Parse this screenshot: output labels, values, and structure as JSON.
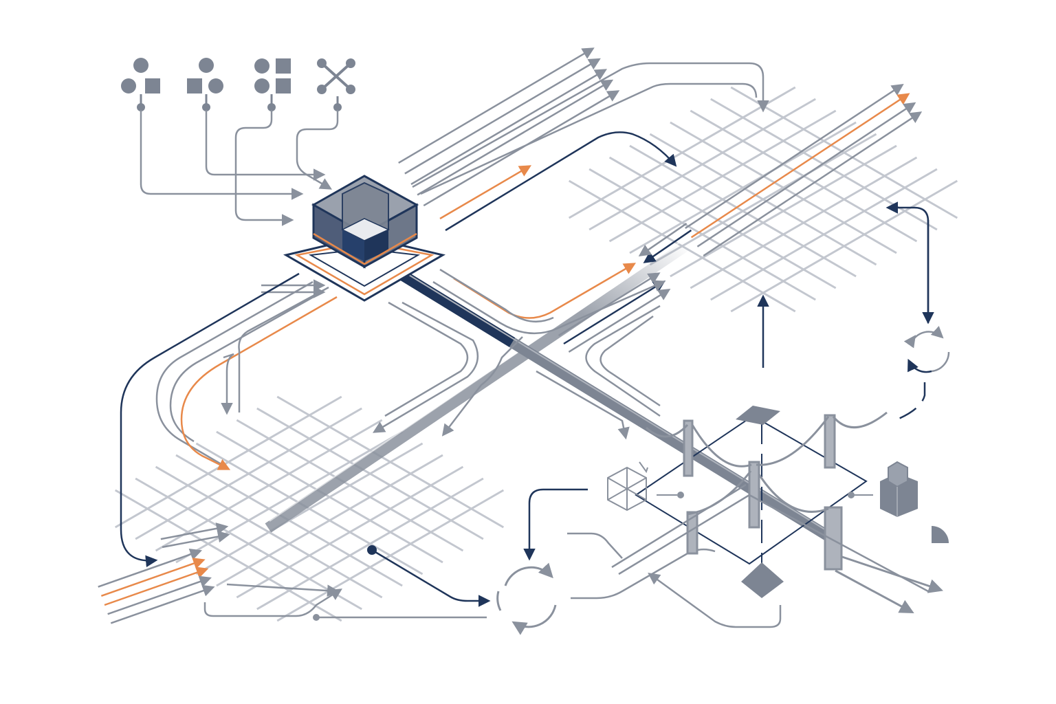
{
  "palette": {
    "gray": "#8a919d",
    "light_gray": "#c3c7cf",
    "navy": "#1f355a",
    "orange": "#e8894a",
    "fill_gray": "#7d8593",
    "background": "#ffffff"
  },
  "legend_icons": [
    {
      "name": "circles-and-square-icon"
    },
    {
      "name": "square-and-circles-icon"
    },
    {
      "name": "three-circles-and-square-icon"
    },
    {
      "name": "network-cross-icon"
    }
  ],
  "hub": {
    "name": "central-cube-hub"
  },
  "cycles": [
    {
      "name": "refresh-cycle-large"
    },
    {
      "name": "refresh-cycle-small"
    }
  ],
  "bridge": {
    "name": "suspension-bridge"
  },
  "flows": {
    "navy": "primary-flow",
    "orange": "highlighted-flow",
    "gray": "secondary-flow"
  }
}
